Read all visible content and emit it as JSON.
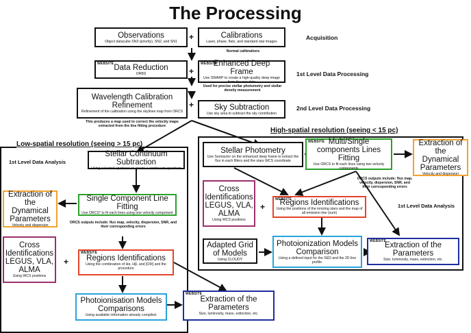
{
  "title": "The Processing",
  "stages": {
    "acquisition": "Acquisition",
    "level1": "1st Level Data Processing",
    "level2": "2nd Level Data Processing"
  },
  "top": {
    "observations": {
      "title": "Observations",
      "sub": "Object datacube SN3 (priority), SN2, and SN1"
    },
    "calibrations": {
      "title": "Calibrations",
      "sub": "Laser, phase, flats, and standard star images"
    },
    "normal_cal": "Normal calibrations",
    "data_reduction": {
      "tag": "WEBSITE",
      "title": "Data Reduction",
      "sub": "ORBS"
    },
    "deep_frame": {
      "tag": "WEBSITE",
      "title": "Enhanced Deep Frame",
      "sub": "Use SWARP to create a high-quality deep image from the raw data"
    },
    "deep_note": "Used for precise stellar photometry and stellar density measurement",
    "wavecal": {
      "title": "Wavelength Calibration Refinement",
      "sub": "Refinement of the calibration using the skylines map from ORCS"
    },
    "wavecal_note": "This produces a map used to correct the velocity maps extracted from the line fitting procedure",
    "sky": {
      "title": "Sky Subtraction",
      "sub": "Use sky area to subtract the sky contribution"
    },
    "plus": "+"
  },
  "high": {
    "title": "High-spatial resolution (seeing < 15 pc)",
    "level": "1st Level Data Analysis",
    "stellar": {
      "title": "Stellar Photometry",
      "sub": "Use Sextractor on the enhanced deep frame to extract the flux in each filters and the stars WCS coordinate"
    },
    "multi": {
      "tag": "WEBSITE",
      "title": "Multi/Single components Lines Fitting",
      "sub": "Use ORCS to fit each lines using two velocity components"
    },
    "dyn": {
      "title": "Extraction of the Dynamical Parameters",
      "sub": "Velocity and dispersion"
    },
    "orcs_note": "ORCS outputs include: flux map, velocity, dispersion, SNR, and their corresponding errors",
    "cross": {
      "title": "Cross Identifications LEGUS, VLA, ALMA",
      "sub": "Using WCS positions"
    },
    "regions": {
      "tag": "WEBSITE",
      "title": "Regions Identifications",
      "sub": "Using the positions of the ionizing stars and the map of all emission line (sum)"
    },
    "grid": {
      "title": "Adapted Grid of Models",
      "sub": "Using CLOUDY"
    },
    "photo": {
      "title": "Photoionization Models Comparison",
      "sub": "Using a defined input for the SED and the 2D line profile."
    },
    "params": {
      "tag": "WEBSITE",
      "title": "Extraction of the Parameters",
      "sub": "Size, luminosity, mass, extinction, etc."
    }
  },
  "low": {
    "title": "Low-spatial resolution (seeing > 15 pc)",
    "level": "1st Level Data Analysis",
    "continuum": {
      "title": "Stellar Continuum Subtraction",
      "sub": "Using selected apertures to create a continuum spectrum"
    },
    "dyn": {
      "title": "Extraction of the Dynamical Parameters",
      "sub": "Velocity and dispersion"
    },
    "single": {
      "title": "Single Component Line Fitting",
      "sub": "Use ORCS* to fit each lines using one velocity component"
    },
    "orcs_note": "ORCS outputs include: flux map, velocity, dispersion, SNR, and their corresponding errors",
    "cross": {
      "title": "Cross Identifications LEGUS, VLA, ALMA",
      "sub": "Using WCS positions"
    },
    "regions": {
      "tag": "WEBSITE",
      "title": "Regions Identifications",
      "sub": "Using the combination of Hα, Hβ, and [OIII] and the procedure"
    },
    "photo": {
      "title": "Photoionisation Models Comparisons",
      "sub": "Using available information already compiled."
    },
    "params": {
      "tag": "WEBSITE",
      "title": "Extraction of the Parameters",
      "sub": "Size, luminosity, mass, extinction, etc."
    }
  }
}
